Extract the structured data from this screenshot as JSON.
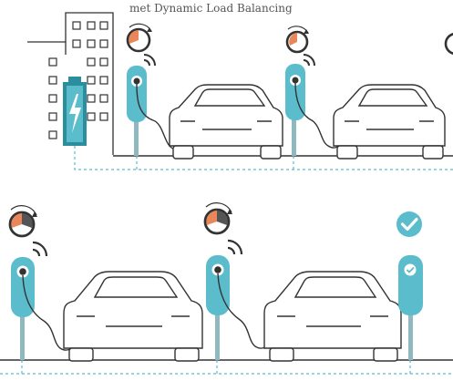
{
  "caption": "met Dynamic Load Balancing",
  "colors": {
    "teal": "#5bbccc",
    "dark_teal": "#2a8e9e",
    "line": "#333333",
    "car_fill": "#ffffff",
    "gauge_accent": "#e9865a"
  },
  "icons": {
    "building": "building-icon",
    "battery": "battery-icon",
    "charger": "charging-station-icon",
    "car": "car-icon",
    "gauge": "power-gauge-icon",
    "check": "check-icon"
  },
  "rows": [
    {
      "stations": [
        {
          "state": "gauge-low"
        },
        {
          "state": "gauge-low"
        }
      ]
    },
    {
      "stations": [
        {
          "state": "gauge-high"
        },
        {
          "state": "gauge-high"
        },
        {
          "state": "done"
        }
      ]
    }
  ]
}
